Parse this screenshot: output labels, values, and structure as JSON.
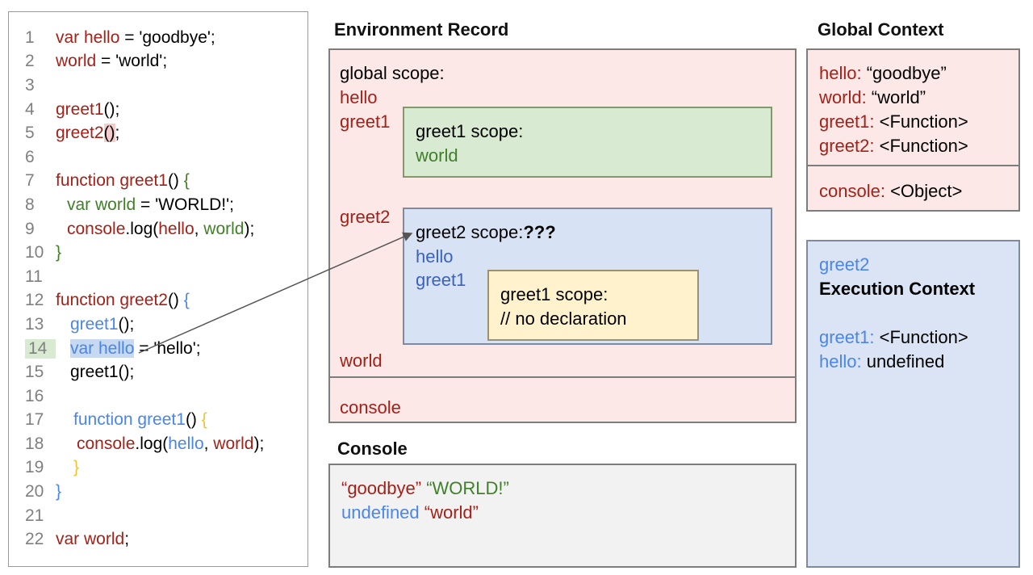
{
  "palette": {
    "red": "#a32118",
    "green": "#3f8028",
    "blue": "#4a86e8",
    "blue_dark": "#3a62c2",
    "gold": "#f1c232",
    "pink_bg": "#fce8e6",
    "green_bg": "#d9ead3",
    "blue_bg": "#d7e2f4",
    "yellow_bg": "#fff2cc",
    "gray_bg": "#f2f2f2"
  },
  "code": {
    "lines": [
      {
        "num": "1",
        "ind": 0,
        "seg": [
          {
            "t": "var hello",
            "c": "red"
          },
          {
            "t": " = 'goodbye';",
            "c": "black"
          }
        ]
      },
      {
        "num": "2",
        "ind": 0,
        "seg": [
          {
            "t": "world",
            "c": "red"
          },
          {
            "t": " = 'world';",
            "c": "black"
          }
        ]
      },
      {
        "num": "3",
        "ind": 0,
        "seg": []
      },
      {
        "num": "4",
        "ind": 0,
        "seg": [
          {
            "t": "greet1",
            "c": "red"
          },
          {
            "t": "();",
            "c": "black"
          }
        ]
      },
      {
        "num": "5",
        "ind": 0,
        "seg": [
          {
            "t": "greet2",
            "c": "red"
          },
          {
            "t": "()",
            "c": "black",
            "h": "pink"
          },
          {
            "t": ";",
            "c": "black"
          }
        ]
      },
      {
        "num": "6",
        "ind": 0,
        "seg": []
      },
      {
        "num": "7",
        "ind": 0,
        "seg": [
          {
            "t": "function greet1",
            "c": "red"
          },
          {
            "t": "() ",
            "c": "black"
          },
          {
            "t": "{",
            "c": "green"
          }
        ]
      },
      {
        "num": "8",
        "ind": 14,
        "seg": [
          {
            "t": "var world",
            "c": "green"
          },
          {
            "t": " = 'WORLD!';",
            "c": "black"
          }
        ]
      },
      {
        "num": "9",
        "ind": 14,
        "seg": [
          {
            "t": "console",
            "c": "red"
          },
          {
            "t": ".log(",
            "c": "black"
          },
          {
            "t": "hello",
            "c": "red"
          },
          {
            "t": ", ",
            "c": "black"
          },
          {
            "t": "world",
            "c": "green"
          },
          {
            "t": ");",
            "c": "black"
          }
        ]
      },
      {
        "num": "10",
        "ind": 0,
        "seg": [
          {
            "t": "}",
            "c": "green"
          }
        ]
      },
      {
        "num": "11",
        "ind": 0,
        "seg": []
      },
      {
        "num": "12",
        "ind": 0,
        "seg": [
          {
            "t": "function greet2",
            "c": "red"
          },
          {
            "t": "() ",
            "c": "black"
          },
          {
            "t": "{",
            "c": "blue"
          }
        ]
      },
      {
        "num": "13",
        "ind": 18,
        "seg": [
          {
            "t": "greet1",
            "c": "blue"
          },
          {
            "t": "();",
            "c": "black"
          }
        ]
      },
      {
        "num": "14",
        "ind": 18,
        "hl_num": true,
        "seg": [
          {
            "t": "var hello",
            "c": "blue",
            "h": "blue"
          },
          {
            "t": " = 'hello';",
            "c": "black"
          }
        ]
      },
      {
        "num": "15",
        "ind": 18,
        "seg": [
          {
            "t": "greet1();",
            "c": "black"
          }
        ]
      },
      {
        "num": "16",
        "ind": 0,
        "seg": []
      },
      {
        "num": "17",
        "ind": 22,
        "seg": [
          {
            "t": "function greet1",
            "c": "blue"
          },
          {
            "t": "() ",
            "c": "black"
          },
          {
            "t": "{",
            "c": "gold"
          }
        ]
      },
      {
        "num": "18",
        "ind": 26,
        "seg": [
          {
            "t": "console",
            "c": "red"
          },
          {
            "t": ".log(",
            "c": "black"
          },
          {
            "t": "hello",
            "c": "blue"
          },
          {
            "t": ", ",
            "c": "black"
          },
          {
            "t": "world",
            "c": "red"
          },
          {
            "t": ");",
            "c": "black"
          }
        ]
      },
      {
        "num": "19",
        "ind": 22,
        "seg": [
          {
            "t": "}",
            "c": "gold"
          }
        ]
      },
      {
        "num": "20",
        "ind": 0,
        "seg": [
          {
            "t": "}",
            "c": "blue"
          }
        ]
      },
      {
        "num": "21",
        "ind": 0,
        "seg": []
      },
      {
        "num": "22",
        "ind": 0,
        "seg": [
          {
            "t": "var world",
            "c": "red"
          },
          {
            "t": ";",
            "c": "black"
          }
        ]
      }
    ]
  },
  "environment_record": {
    "title": "Environment Record",
    "global_scope_label": "global scope:",
    "var_hello": "hello",
    "var_greet1": "greet1",
    "var_greet2": "greet2",
    "var_world": "world",
    "console_var": "console",
    "greet1_scope": {
      "label": "greet1 scope:",
      "var1": "world"
    },
    "greet2_scope": {
      "label": "greet2 scope:",
      "unknown": "???",
      "var1": "hello",
      "var2": "greet1",
      "inner": {
        "label": "greet1 scope:",
        "comment": "// no declaration"
      }
    }
  },
  "console_panel": {
    "title": "Console",
    "lines": [
      [
        {
          "t": "“goodbye” ",
          "c": "red"
        },
        {
          "t": "“WORLD!”",
          "c": "green"
        }
      ],
      [
        {
          "t": "undefined ",
          "c": "blue"
        },
        {
          "t": "“world”",
          "c": "red"
        }
      ]
    ]
  },
  "global_context": {
    "title": "Global Context",
    "entries": [
      {
        "key": "hello:",
        "value": "“goodbye”"
      },
      {
        "key": "world:",
        "value": "“world”"
      },
      {
        "key": "greet1:",
        "value": "<Function>"
      },
      {
        "key": "greet2:",
        "value": "<Function>"
      }
    ],
    "console_entries": [
      {
        "key": "console:",
        "value": "<Object>"
      }
    ]
  },
  "execution_context": {
    "name": "greet2",
    "title": "Execution Context",
    "entries": [
      {
        "key": "greet1:",
        "value": "<Function>"
      },
      {
        "key": "hello:",
        "value": "undefined"
      }
    ]
  }
}
